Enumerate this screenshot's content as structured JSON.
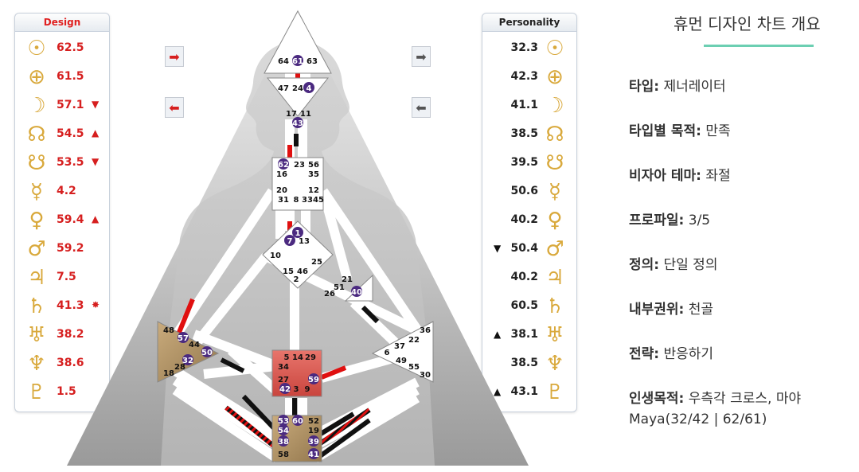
{
  "design": {
    "header": "Design",
    "rows": [
      {
        "icon": "sun-icon",
        "glyph": "☉",
        "value": "62.5",
        "mark": ""
      },
      {
        "icon": "earth-icon",
        "glyph": "⊕",
        "value": "61.5",
        "mark": ""
      },
      {
        "icon": "moon-icon",
        "glyph": "☽",
        "value": "57.1",
        "mark": "▼"
      },
      {
        "icon": "north-node-icon",
        "glyph": "☊",
        "value": "54.5",
        "mark": "▲"
      },
      {
        "icon": "south-node-icon",
        "glyph": "☋",
        "value": "53.5",
        "mark": "▼"
      },
      {
        "icon": "mercury-icon",
        "glyph": "☿",
        "value": "4.2",
        "mark": ""
      },
      {
        "icon": "venus-icon",
        "glyph": "♀",
        "value": "59.4",
        "mark": "▲"
      },
      {
        "icon": "mars-icon",
        "glyph": "♂",
        "value": "59.2",
        "mark": ""
      },
      {
        "icon": "jupiter-icon",
        "glyph": "♃",
        "value": "7.5",
        "mark": ""
      },
      {
        "icon": "saturn-icon",
        "glyph": "♄",
        "value": "41.3",
        "mark": "✸"
      },
      {
        "icon": "uranus-icon",
        "glyph": "♅",
        "value": "38.2",
        "mark": ""
      },
      {
        "icon": "neptune-icon",
        "glyph": "♆",
        "value": "38.6",
        "mark": ""
      },
      {
        "icon": "pluto-icon",
        "glyph": "♇",
        "value": "1.5",
        "mark": ""
      }
    ]
  },
  "personality": {
    "header": "Personality",
    "rows": [
      {
        "icon": "sun-icon",
        "glyph": "☉",
        "value": "32.3",
        "mark": ""
      },
      {
        "icon": "earth-icon",
        "glyph": "⊕",
        "value": "42.3",
        "mark": ""
      },
      {
        "icon": "moon-icon",
        "glyph": "☽",
        "value": "41.1",
        "mark": ""
      },
      {
        "icon": "north-node-icon",
        "glyph": "☊",
        "value": "38.5",
        "mark": ""
      },
      {
        "icon": "south-node-icon",
        "glyph": "☋",
        "value": "39.5",
        "mark": ""
      },
      {
        "icon": "mercury-icon",
        "glyph": "☿",
        "value": "50.6",
        "mark": ""
      },
      {
        "icon": "venus-icon",
        "glyph": "♀",
        "value": "40.2",
        "mark": ""
      },
      {
        "icon": "mars-icon",
        "glyph": "♂",
        "value": "50.4",
        "mark": "▼"
      },
      {
        "icon": "jupiter-icon",
        "glyph": "♃",
        "value": "40.2",
        "mark": ""
      },
      {
        "icon": "saturn-icon",
        "glyph": "♄",
        "value": "60.5",
        "mark": ""
      },
      {
        "icon": "uranus-icon",
        "glyph": "♅",
        "value": "38.1",
        "mark": "▲"
      },
      {
        "icon": "neptune-icon",
        "glyph": "♆",
        "value": "38.5",
        "mark": ""
      },
      {
        "icon": "pluto-icon",
        "glyph": "♇",
        "value": "43.1",
        "mark": "▲"
      }
    ]
  },
  "colors": {
    "design_red": "#d61f1f",
    "planet_gold": "#d9a93c",
    "accent_teal": "#6ccfb2",
    "gate_purple": "#4b2a80",
    "motor_center": "#d9534f",
    "awareness_center": "#a58a5e"
  },
  "bodygraph": {
    "centers": {
      "head": {
        "gates": [
          "64",
          "61",
          "63"
        ]
      },
      "ajna": {
        "gates": [
          "47",
          "24",
          "4",
          "17",
          "11",
          "43"
        ]
      },
      "throat": {
        "gates": [
          "62",
          "23",
          "56",
          "16",
          "35",
          "20",
          "12",
          "31",
          "8",
          "33",
          "45"
        ]
      },
      "g": {
        "gates": [
          "1",
          "7",
          "13",
          "10",
          "25",
          "15",
          "46",
          "2"
        ]
      },
      "ego": {
        "gates": [
          "21",
          "51",
          "26",
          "40"
        ]
      },
      "spleen": {
        "gates": [
          "48",
          "57",
          "44",
          "50",
          "32",
          "28",
          "18"
        ]
      },
      "sacral": {
        "gates": [
          "5",
          "14",
          "29",
          "34",
          "27",
          "59",
          "42",
          "3",
          "9"
        ]
      },
      "solar_plexus": {
        "gates": [
          "36",
          "22",
          "37",
          "6",
          "49",
          "55",
          "30"
        ]
      },
      "root": {
        "gates": [
          "53",
          "60",
          "52",
          "54",
          "19",
          "38",
          "39",
          "58",
          "41"
        ]
      }
    },
    "activated_gates": [
      "61",
      "4",
      "43",
      "62",
      "1",
      "7",
      "40",
      "57",
      "50",
      "32",
      "59",
      "42",
      "53",
      "60",
      "54",
      "38",
      "39",
      "41"
    ]
  },
  "summary": {
    "title": "휴먼 디자인 차트 개요",
    "items": [
      {
        "label": "타입:",
        "value": "제너레이터"
      },
      {
        "label": "타입별 목적:",
        "value": "만족"
      },
      {
        "label": "비자아 테마:",
        "value": "좌절"
      },
      {
        "label": "프로파일:",
        "value": "3/5"
      },
      {
        "label": "정의:",
        "value": "단일 정의"
      },
      {
        "label": "내부권위:",
        "value": "천골"
      },
      {
        "label": "전략:",
        "value": "반응하기"
      },
      {
        "label": "인생목적:",
        "value": "우측각 크로스, 마야 Maya(32/42 | 62/61)"
      }
    ]
  }
}
